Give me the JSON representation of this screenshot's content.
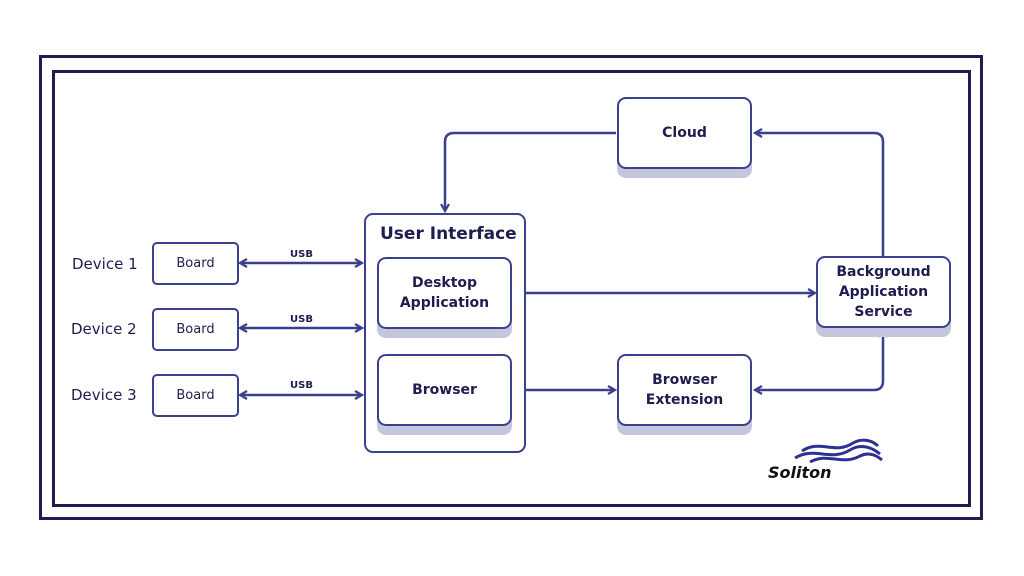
{
  "diagram": {
    "nodes": {
      "cloud": "Cloud",
      "user_interface": "User Interface",
      "desktop_app": "Desktop\nApplication",
      "browser": "Browser",
      "browser_extension": "Browser\nExtension",
      "background_service": "Background\nApplication\nService",
      "boards": [
        "Board",
        "Board",
        "Board"
      ]
    },
    "devices": [
      "Device 1",
      "Device 2",
      "Device 3"
    ],
    "connections": [
      {
        "from": "Board (Device 1)",
        "to": "User Interface",
        "label": "USB",
        "direction": "bidirectional"
      },
      {
        "from": "Board (Device 2)",
        "to": "User Interface",
        "label": "USB",
        "direction": "bidirectional"
      },
      {
        "from": "Board (Device 3)",
        "to": "User Interface",
        "label": "USB",
        "direction": "bidirectional"
      },
      {
        "from": "Cloud",
        "to": "User Interface",
        "label": "",
        "direction": "forward"
      },
      {
        "from": "Background Application Service",
        "to": "Cloud",
        "label": "",
        "direction": "forward"
      },
      {
        "from": "Desktop Application",
        "to": "Background Application Service",
        "label": "",
        "direction": "bidirectional"
      },
      {
        "from": "Browser",
        "to": "Browser Extension",
        "label": "",
        "direction": "bidirectional"
      },
      {
        "from": "Browser Extension",
        "to": "Background Application Service",
        "label": "",
        "direction": "bidirectional"
      }
    ],
    "usb_label": "USB",
    "colors": {
      "stroke": "#3a3f8f",
      "text": "#1e1d4f",
      "shadow": "#c4c6dc"
    }
  },
  "logo": {
    "text": "Soliton",
    "icon": "wave-logo-icon"
  }
}
